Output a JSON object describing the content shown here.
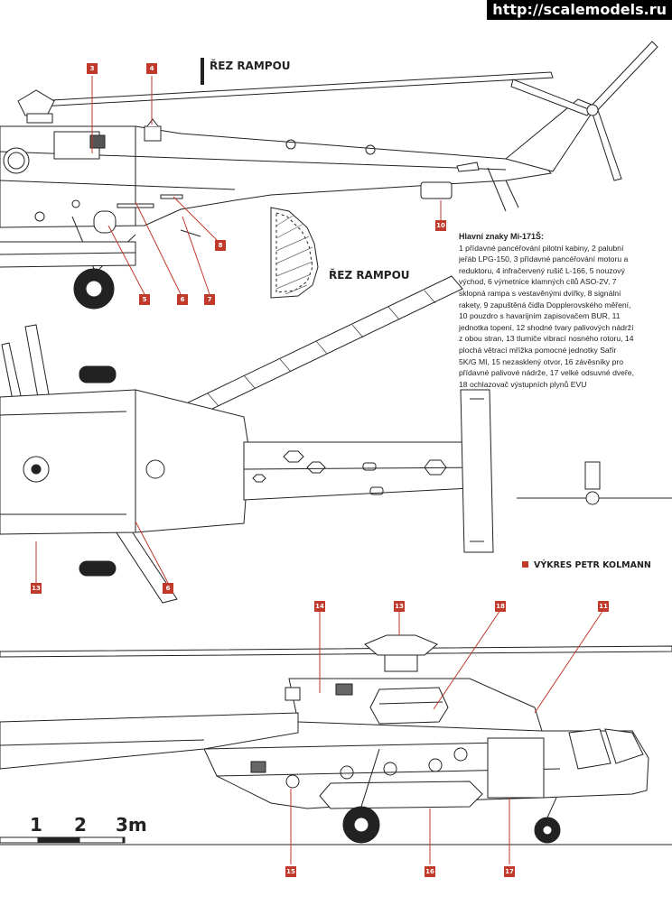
{
  "watermark": "http://scalemodels.ru",
  "section_labels": {
    "top": "ŘEZ RAMPOU",
    "right": "ŘEZ RAMPOU"
  },
  "legend": {
    "title": "Hlavní znaky Mi-171Š:",
    "text": "1 přídavné pancéřování pilotní kabiny, 2 palubní jeřáb LPG-150, 3 přídavné pancéřování motoru a reduktoru, 4 infračervený rušič L-166, 5 nouzový východ, 6 výmetnice klamných cílů ASO-2V, 7 sklopná rampa s vestavěnými dvířky, 8 signální rakety, 9 zapuštěná čidla Dopplerovského měření, 10 pouzdro s havarijním zapisovačem BUR, 11 jednotka topení, 12 shodné tvary palivových nádrží z obou stran, 13 tlumiče vibrací nosného rotoru, 14 plochá větrací mřížka pomocné jednotky Safír 5K/G MI, 15 nezasklený otvor, 16 závěsníky pro přídavné palivové nádrže, 17 velké odsuvné dveře, 18 ochlazovač výstupních plynů EVU"
  },
  "author": "VÝKRES PETR KOLMANN",
  "scale": {
    "labels": [
      "1",
      "2",
      "3m"
    ]
  },
  "callouts": [
    "3",
    "4",
    "5",
    "6",
    "7",
    "8",
    "10",
    "6",
    "13",
    "14",
    "13",
    "18",
    "11",
    "15",
    "16",
    "17"
  ],
  "colors": {
    "accent": "#c0392b",
    "line": "#222222"
  }
}
